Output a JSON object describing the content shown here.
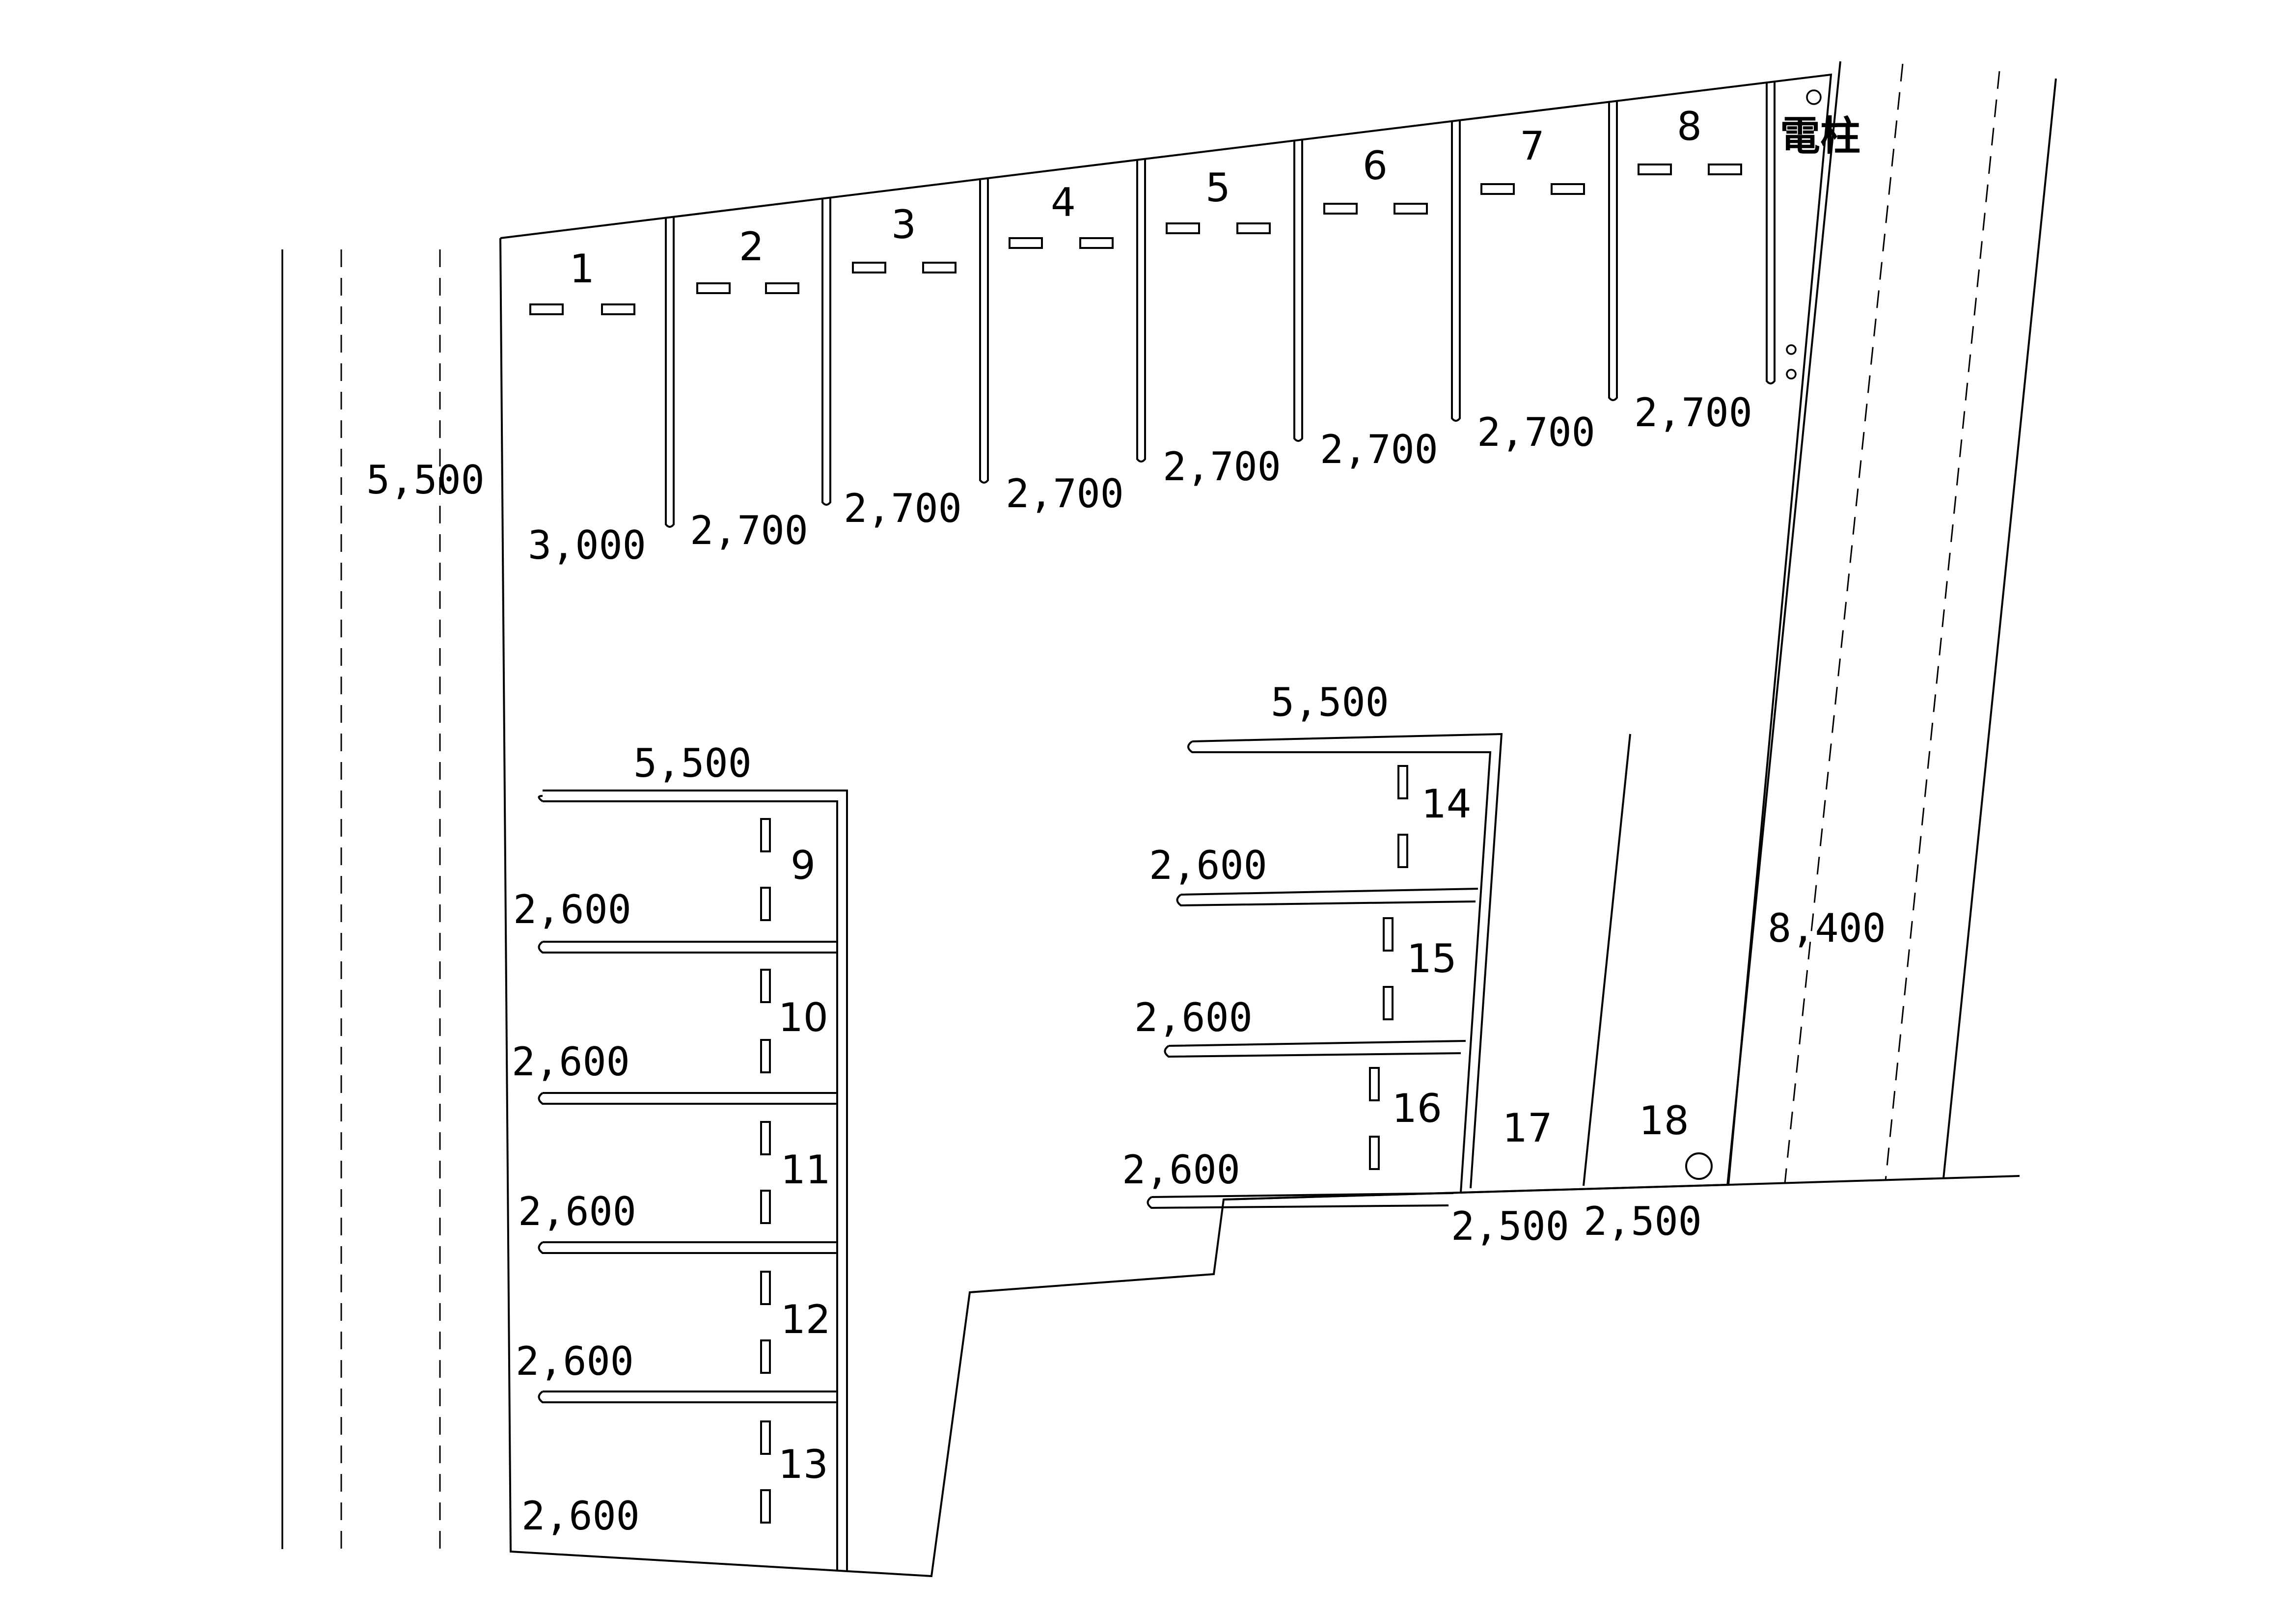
{
  "spaces_top": [
    {
      "label": "1",
      "width": "3,000"
    },
    {
      "label": "2",
      "width": "2,700"
    },
    {
      "label": "3",
      "width": "2,700"
    },
    {
      "label": "4",
      "width": "2,700"
    },
    {
      "label": "5",
      "width": "2,700"
    },
    {
      "label": "6",
      "width": "2,700"
    },
    {
      "label": "7",
      "width": "2,700"
    },
    {
      "label": "8",
      "width": "2,700"
    }
  ],
  "top_depth": "5,500",
  "spaces_left": [
    {
      "label": "9",
      "width": "2,600"
    },
    {
      "label": "10",
      "width": "2,600"
    },
    {
      "label": "11",
      "width": "2,600"
    },
    {
      "label": "12",
      "width": "2,600"
    },
    {
      "label": "13",
      "width": "2,600"
    }
  ],
  "left_depth": "5,500",
  "spaces_mid": [
    {
      "label": "14",
      "width": "2,600"
    },
    {
      "label": "15",
      "width": "2,600"
    },
    {
      "label": "16",
      "width": "2,600"
    }
  ],
  "mid_depth": "5,500",
  "spaces_right": [
    {
      "label": "17",
      "width": "2,500"
    },
    {
      "label": "18",
      "width": "2,500"
    }
  ],
  "right_depth": "8,400",
  "utility_pole": "電柱"
}
